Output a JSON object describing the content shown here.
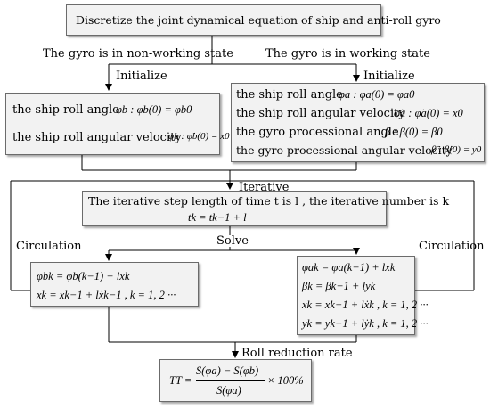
{
  "top_box": {
    "text": "Discretize the joint dynamical equation of ship and anti-roll gyro"
  },
  "branch_left": {
    "label": "The gyro is in non-working state",
    "init_label": "Initialize"
  },
  "branch_right": {
    "label": "The gyro is in working state",
    "init_label": "Initialize"
  },
  "left_init": {
    "line1_label": "the ship roll angle",
    "line1_eq": "φb : φb(0) = φb0",
    "line2_label": "the ship roll angular velocity",
    "line2_eq": "φ̇b : φ̇b(0) = x0"
  },
  "right_init": {
    "line1_label": "the ship roll angle",
    "line1_eq": "φa : φa(0) = φa0",
    "line2_label": "the ship roll angular velocity",
    "line2_eq": "φ̇a : φ̇a(0) = x0",
    "line3_label": "the gyro processional angle",
    "line3_eq": "β : β(0) = β0",
    "line4_label": "the gyro processional angular velocity",
    "line4_eq": "β̇ : β̇(0) = y0"
  },
  "iterative": {
    "label": "Iterative",
    "text": "The iterative step length of time t is l , the iterative number is k",
    "eq": "tk = tk−1 + l"
  },
  "solve_label": "Solve",
  "circulation_left": "Circulation",
  "circulation_right": "Circulation",
  "left_solve": {
    "eq1": "φbk = φb(k−1) + lxk",
    "eq2": "xk = xk−1 + lẋk−1 , k = 1, 2 ···"
  },
  "right_solve": {
    "eq1": "φak = φa(k−1) + lxk",
    "eq2": "βk = βk−1 + lyk",
    "eq3": "xk = xk−1 + lẋk , k = 1, 2 ···",
    "eq4": "yk = yk−1 + lẏk , k = 1, 2 ···"
  },
  "roll_reduction": {
    "label": "Roll reduction rate",
    "lhs": "TT =",
    "numerator": "S(φa) − S(φb)",
    "denominator": "S(φa)",
    "suffix": "× 100%"
  }
}
